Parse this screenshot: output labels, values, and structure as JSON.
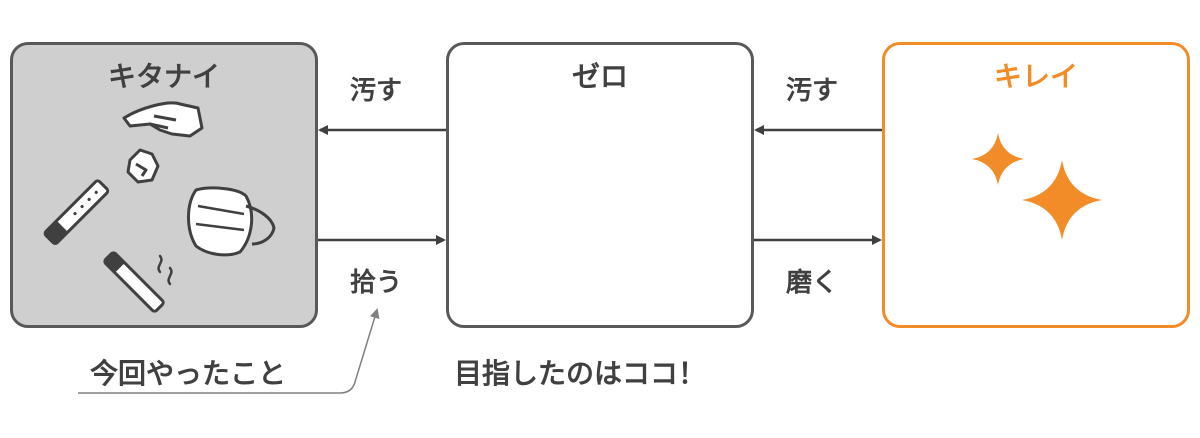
{
  "boxes": {
    "dirty": {
      "title": "キタナイ"
    },
    "zero": {
      "title": "ゼロ"
    },
    "clean": {
      "title": "キレイ"
    }
  },
  "edges": {
    "zero_to_dirty": "汚す",
    "dirty_to_zero": "拾う",
    "clean_to_zero": "汚す",
    "zero_to_clean": "磨く"
  },
  "captions": {
    "this_time": "今回やったこと",
    "goal": "目指したのはココ！"
  },
  "colors": {
    "accent": "#f28c28",
    "stroke": "#595959",
    "dirty_fill": "#cfcfcf",
    "text": "#404040"
  },
  "icons": [
    "pointing-hand-icon",
    "crumpled-paper-icon",
    "cigarette-icon",
    "mask-icon",
    "smoking-cigarette-icon",
    "sparkle-icon"
  ]
}
